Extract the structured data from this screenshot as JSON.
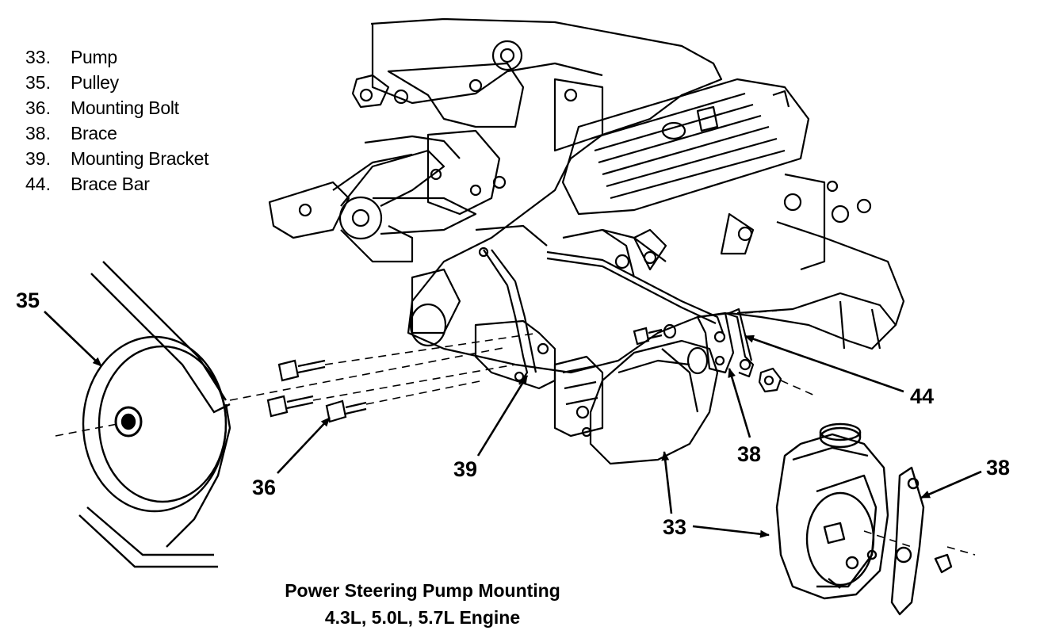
{
  "legend": [
    {
      "num": "33.",
      "text": "Pump"
    },
    {
      "num": "35.",
      "text": "Pulley"
    },
    {
      "num": "36.",
      "text": "Mounting Bolt"
    },
    {
      "num": "38.",
      "text": "Brace"
    },
    {
      "num": "39.",
      "text": "Mounting Bracket"
    },
    {
      "num": "44.",
      "text": "Brace Bar"
    }
  ],
  "callouts": {
    "c35": "35",
    "c36": "36",
    "c39": "39",
    "c33": "33",
    "c38a": "38",
    "c38b": "38",
    "c44": "44"
  },
  "caption": {
    "line1": "Power Steering Pump Mounting",
    "line2": "4.3L, 5.0L, 5.7L Engine"
  }
}
